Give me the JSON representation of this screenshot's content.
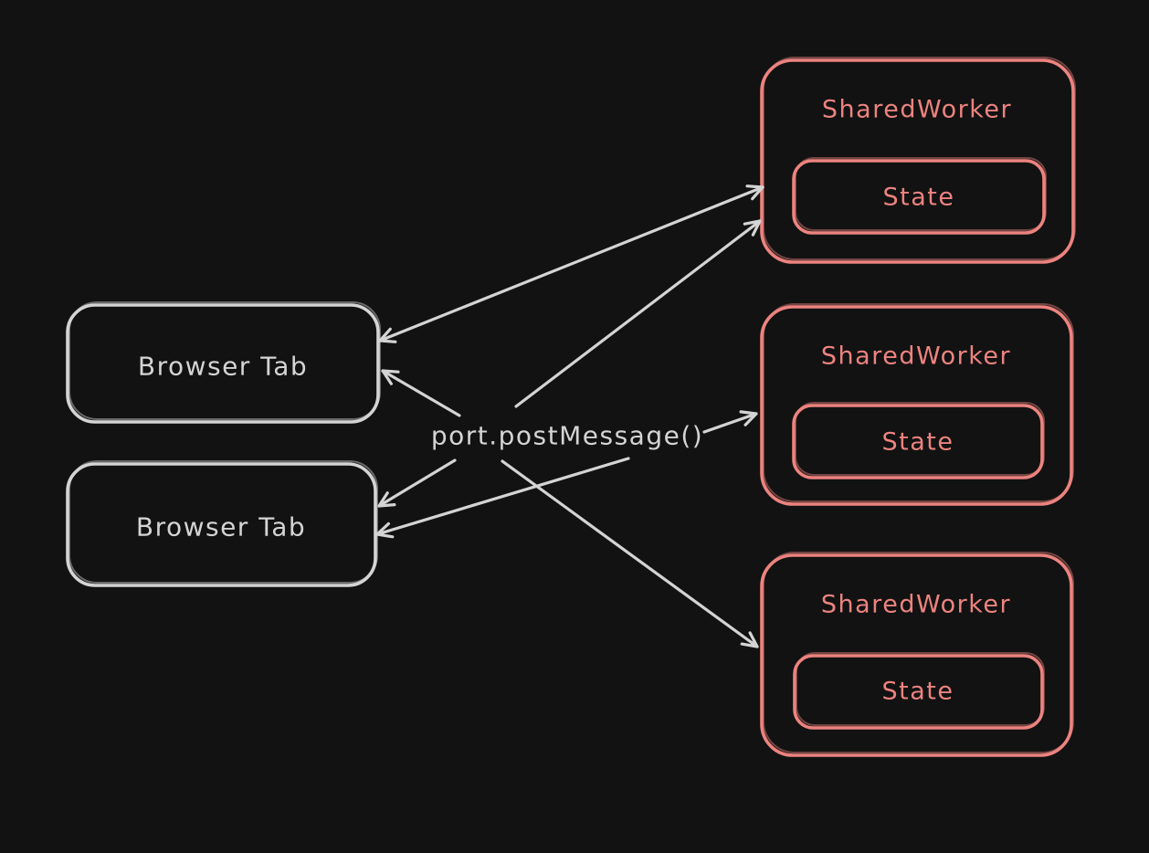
{
  "app": {
    "background": "#121212"
  },
  "colors": {
    "neutral_stroke": "#d4d4d4",
    "accent_stroke": "#ec837f"
  },
  "diagram": {
    "center_label": "port.postMessage()",
    "browser_tabs": [
      {
        "label": "Browser Tab"
      },
      {
        "label": "Browser Tab"
      }
    ],
    "shared_workers": [
      {
        "title": "SharedWorker",
        "state": "State"
      },
      {
        "title": "SharedWorker",
        "state": "State"
      },
      {
        "title": "SharedWorker",
        "state": "State"
      }
    ]
  }
}
